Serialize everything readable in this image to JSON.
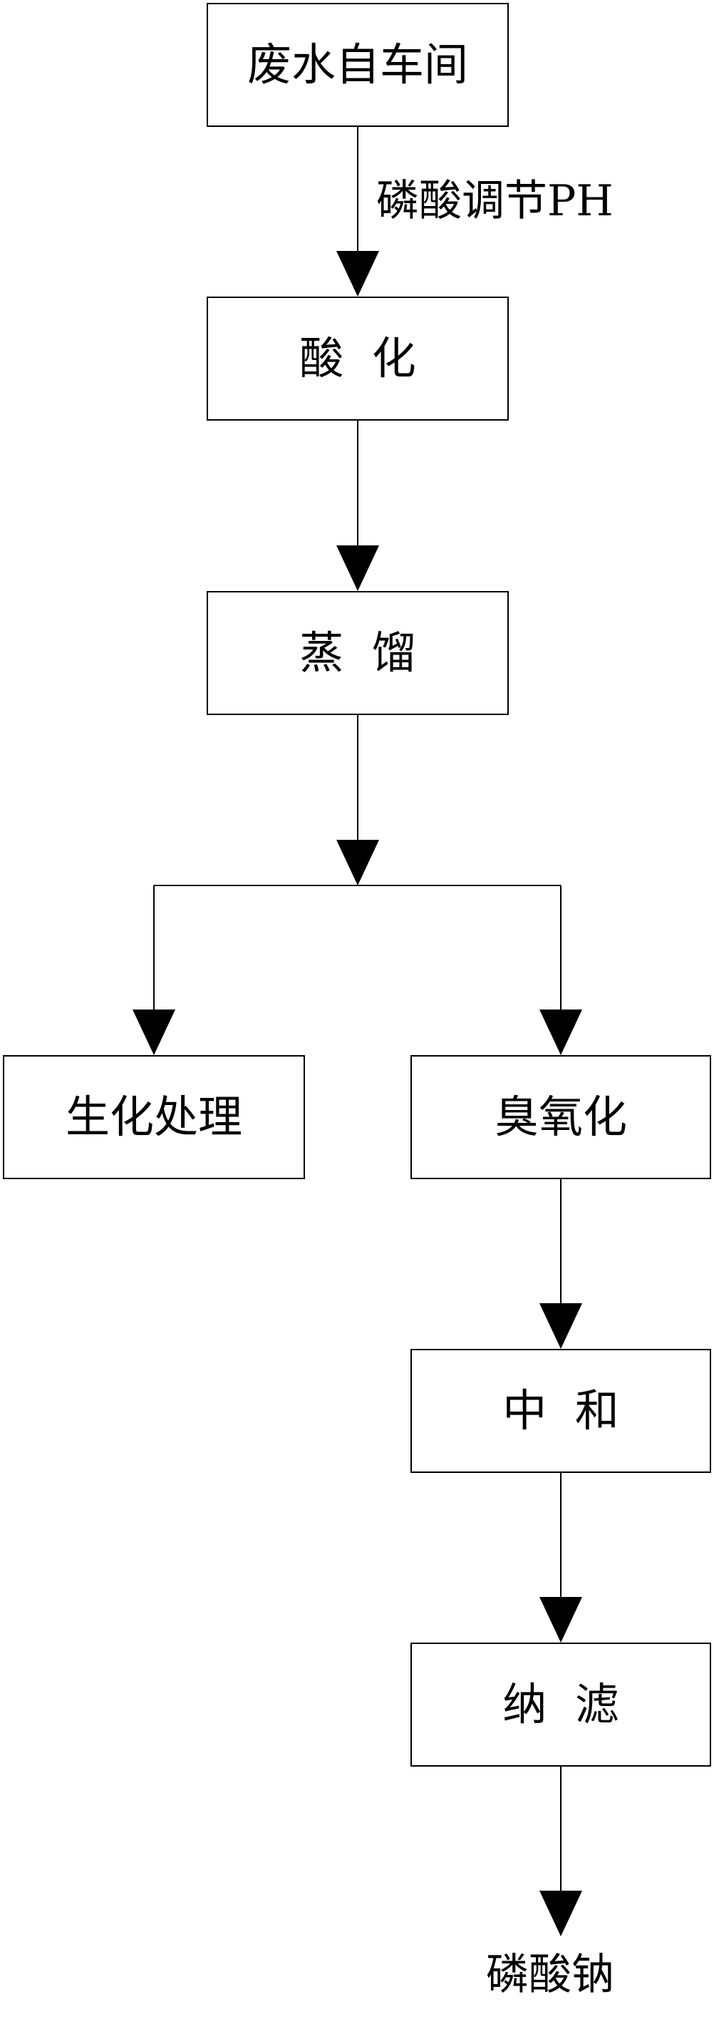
{
  "diagram": {
    "nodes": {
      "wastewater": "废水自车间",
      "acidify": "酸  化",
      "distill": "蒸  馏",
      "bio": "生化处理",
      "ozone": "臭氧化",
      "neutral": "中  和",
      "nano": "纳  滤"
    },
    "edge_labels": {
      "ph_adjust": "磷酸调节PH"
    },
    "output": "磷酸钠",
    "edges": [
      {
        "from": "wastewater",
        "to": "acidify",
        "label": "ph_adjust"
      },
      {
        "from": "acidify",
        "to": "distill"
      },
      {
        "from": "distill",
        "to": "bio"
      },
      {
        "from": "distill",
        "to": "ozone"
      },
      {
        "from": "ozone",
        "to": "neutral"
      },
      {
        "from": "neutral",
        "to": "nano"
      },
      {
        "from": "nano",
        "to": "output"
      }
    ],
    "colors": {
      "line": "#000000",
      "box_border": "#000000",
      "text": "#000000",
      "background": "#ffffff"
    }
  }
}
